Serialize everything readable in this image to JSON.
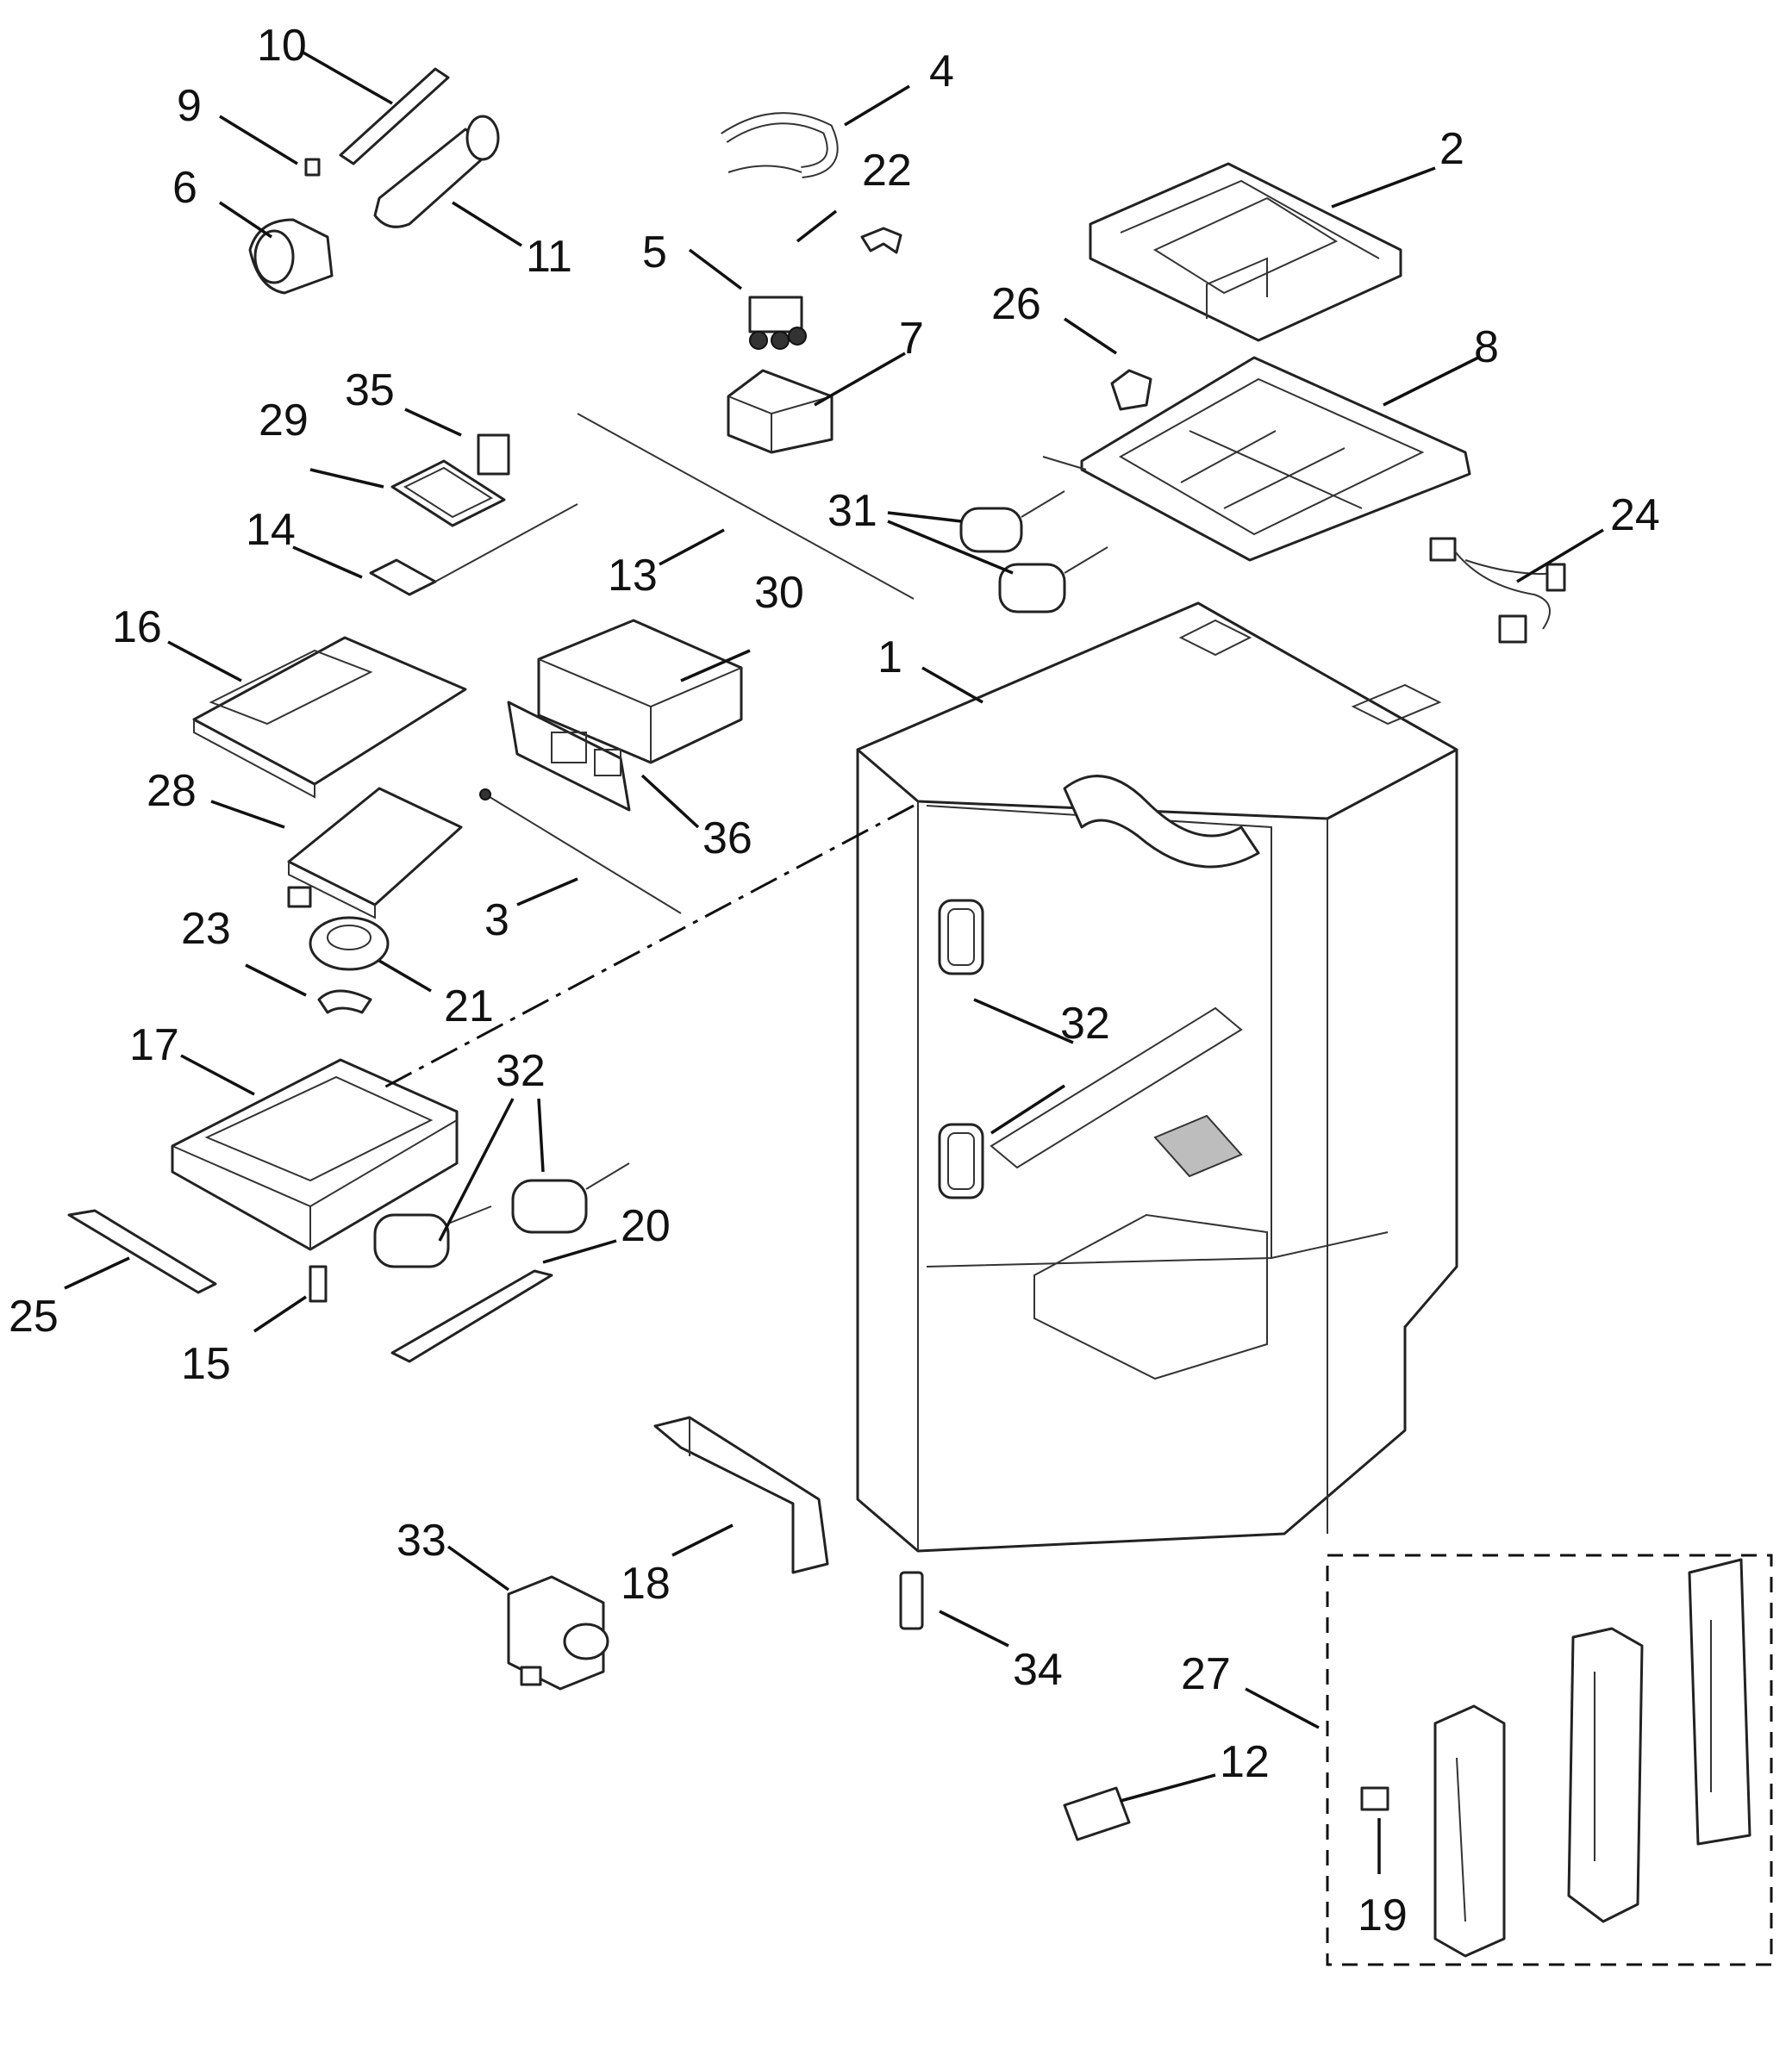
{
  "callouts": [
    {
      "id": "1",
      "text": "1"
    },
    {
      "id": "2",
      "text": "2"
    },
    {
      "id": "3",
      "text": "3"
    },
    {
      "id": "4",
      "text": "4"
    },
    {
      "id": "5",
      "text": "5"
    },
    {
      "id": "6",
      "text": "6"
    },
    {
      "id": "7",
      "text": "7"
    },
    {
      "id": "8",
      "text": "8"
    },
    {
      "id": "9",
      "text": "9"
    },
    {
      "id": "10",
      "text": "10"
    },
    {
      "id": "11",
      "text": "11"
    },
    {
      "id": "12",
      "text": "12"
    },
    {
      "id": "13",
      "text": "13"
    },
    {
      "id": "14",
      "text": "14"
    },
    {
      "id": "15",
      "text": "15"
    },
    {
      "id": "16",
      "text": "16"
    },
    {
      "id": "17",
      "text": "17"
    },
    {
      "id": "18",
      "text": "18"
    },
    {
      "id": "19",
      "text": "19"
    },
    {
      "id": "20",
      "text": "20"
    },
    {
      "id": "21",
      "text": "21"
    },
    {
      "id": "22",
      "text": "22"
    },
    {
      "id": "23",
      "text": "23"
    },
    {
      "id": "24",
      "text": "24"
    },
    {
      "id": "25",
      "text": "25"
    },
    {
      "id": "26",
      "text": "26"
    },
    {
      "id": "27",
      "text": "27"
    },
    {
      "id": "28",
      "text": "28"
    },
    {
      "id": "29",
      "text": "29"
    },
    {
      "id": "30",
      "text": "30"
    },
    {
      "id": "31",
      "text": "31"
    },
    {
      "id": "32a",
      "text": "32"
    },
    {
      "id": "32b",
      "text": "32"
    },
    {
      "id": "33",
      "text": "33"
    },
    {
      "id": "34",
      "text": "34"
    },
    {
      "id": "35",
      "text": "35"
    },
    {
      "id": "36",
      "text": "36"
    }
  ],
  "colors": {
    "line": "#111111",
    "background": "#ffffff",
    "shade": "#bdbdbd"
  }
}
